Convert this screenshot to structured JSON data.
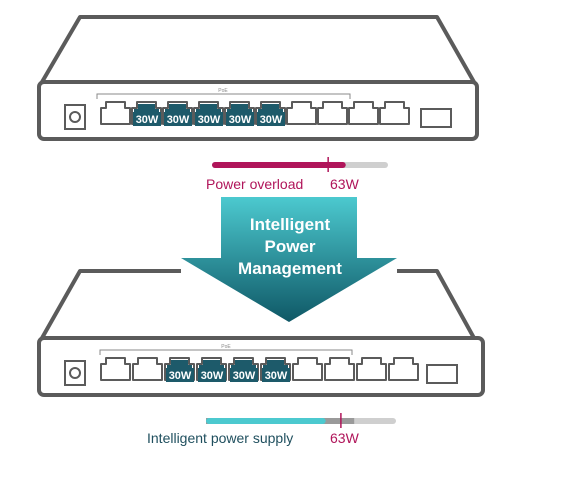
{
  "arrow": {
    "line1": "Intelligent",
    "line2": "Power",
    "line3": "Management"
  },
  "top_switch": {
    "poe_label": "PoE",
    "ports": [
      "",
      "30W",
      "30W",
      "30W",
      "30W",
      "30W",
      "",
      "",
      "",
      ""
    ],
    "active": [
      false,
      true,
      true,
      true,
      true,
      true,
      false,
      false,
      false,
      false
    ]
  },
  "top_caption": {
    "label": "Power overload",
    "value": "63W",
    "fill_fraction": 0.76,
    "marker_fraction": 0.66,
    "color": "#b0155a"
  },
  "bottom_switch": {
    "poe_label": "PoE",
    "ports": [
      "",
      "",
      "30W",
      "30W",
      "30W",
      "30W",
      "",
      "",
      "",
      ""
    ],
    "active": [
      false,
      false,
      true,
      true,
      true,
      true,
      false,
      false,
      false,
      false
    ]
  },
  "bottom_caption": {
    "label": "Intelligent power supply",
    "value": "63W",
    "fill_fraction": 0.63,
    "extra_fraction": 0.78,
    "marker_fraction": 0.71,
    "color": "#4cc9cf"
  },
  "colors": {
    "outline": "#5b5b5b",
    "port_active": "#1d5a6a",
    "bar_track": "#cfcfcf",
    "bar_extra": "#9a9a9a",
    "overload": "#b0155a",
    "supply_text": "#1f4f5e",
    "value_text": "#b0155a",
    "arrow_top": "#4cc9cf",
    "arrow_bottom": "#0f5866"
  }
}
